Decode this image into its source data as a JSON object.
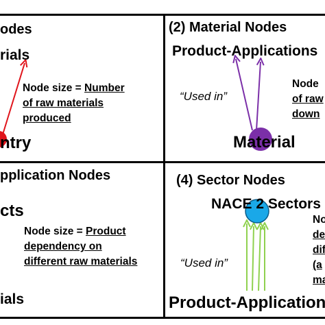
{
  "panels": {
    "country": {
      "heading": "odes",
      "top_label": "rials",
      "bottom_label": "ntry",
      "note_line1_prefix": "Node size = ",
      "note_line1_u": "Number",
      "note_line2": "of raw materials",
      "note_line3": "produced",
      "node_color": "#e0141b",
      "arrow_color": "#e0141b"
    },
    "material": {
      "heading": "(2) Material Nodes",
      "top_label": "Product-Applications",
      "used_in": "“Used in”",
      "node_label": "Material",
      "note_line1": "Node",
      "note_line2": "of raw",
      "note_line3": "down",
      "node_color": "#7b2fa8",
      "arrow_color": "#7b2fa8"
    },
    "product": {
      "heading": "pplication Nodes",
      "top_label": "cts",
      "bottom_label": "ials",
      "note_line1_prefix": "Node size = ",
      "note_line1_u": "Product",
      "note_line2": "dependency on",
      "note_line3": "different raw materials"
    },
    "sector": {
      "heading": "(4) Sector Nodes",
      "top_label": "NACE 2 Sectors",
      "used_in": "“Used in”",
      "bottom_label": "Product-Applications",
      "note_line1": "No",
      "note_line2": "de",
      "note_line3": "dif",
      "note_line4": "(a",
      "note_line5": "ma",
      "node_color": "#1aa8e8",
      "arrow_color": "#8fd14f"
    }
  }
}
